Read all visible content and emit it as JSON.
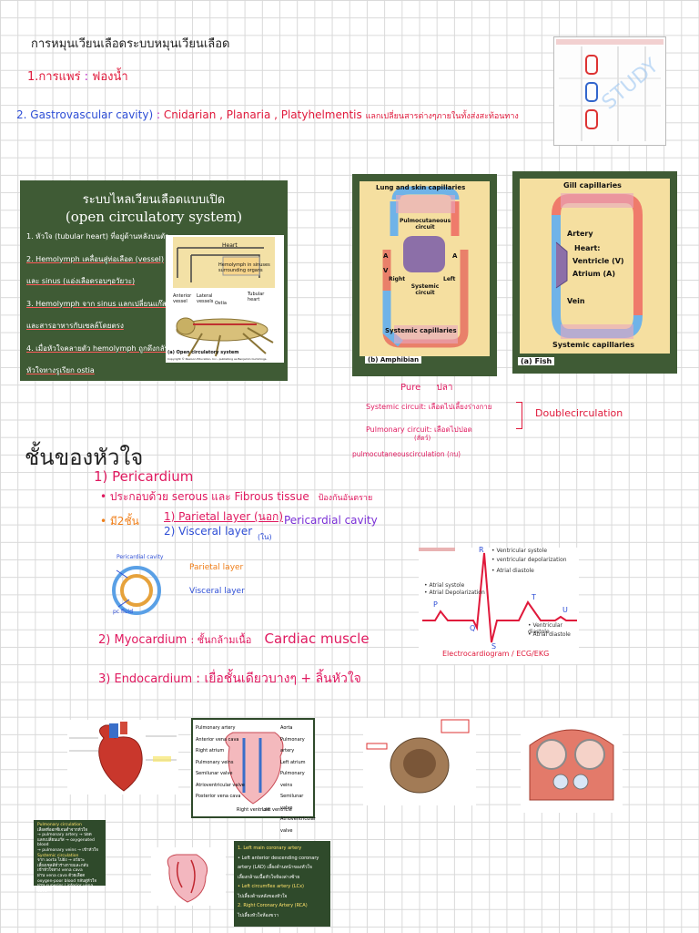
{
  "header": {
    "title": "การหมุนเวียนเลือดระบบหมุนเวียนเลือด",
    "item1_num": "1.",
    "item1_label": "การแพร่",
    "item1_colon": ":",
    "item1_value": "ฟองน้ำ",
    "item2_num": "2.",
    "item2_label": "Gastrovascular cavity)",
    "item2_colon": ":",
    "item2_values": "Cnidarian , Planaria , Platyhelmentis",
    "item2_note": "แลกเปลี่ยนสารต่างๆภายในทั้งส่งสะท้อนทาง"
  },
  "open_circ": {
    "title_th": "ระบบไหลเวียนเลือดแบบเปิด",
    "title_en": "(open circulatory system)",
    "items": [
      "1. หัวใจ (tubular heart) ที่อยู่ด้านหลังบนตัว",
      "2. Hemolymph เคลื่อนสู่ท่อเลือด (vessel)",
      "และ sinus (แอ่งเลือดรอบๆอวัยวะ)",
      "3. Hemolymph จาก sinus แลกเปลี่ยนแก๊ส",
      "และสารอาหารกับเซลล์โดยตรง",
      "4. เมื่อหัวใจคลายตัว hemolymph ถูกดึงกลับ",
      "หัวใจทางรูเรียก ostia"
    ],
    "fig_labels": {
      "heart": "Heart",
      "hemolymph": "Hemolymph in sinuses surrounding organs",
      "anterior": "Anterior vessel",
      "lateral": "Lateral vessels",
      "ostia": "Ostia",
      "tubular": "Tubular heart",
      "caption": "(a) Open circulatory system",
      "copyright": "Copyright © Pearson Education, Inc., publishing as Benjamin Cummings."
    }
  },
  "amphibian": {
    "top": "Lung and skin capillaries",
    "mid": "Pulmocutaneous circuit",
    "a_left": "A",
    "a_right": "A",
    "v": "V",
    "right": "Right",
    "left": "Left",
    "sys": "Systemic circuit",
    "bottom": "Systemic capillaries",
    "caption": "(b) Amphibian"
  },
  "fish": {
    "top": "Gill capillaries",
    "artery": "Artery",
    "heart": "Heart:",
    "ventricle": "Ventricle (V)",
    "atrium": "Atrium (A)",
    "vein": "Vein",
    "bottom": "Systemic capillaries",
    "caption": "(a) Fish"
  },
  "circuits": {
    "pure": "Pure",
    "pla": "ปลา",
    "systemic": "Systemic circuit: เลือดไปเลี้ยงร่างกาย",
    "pulmonary": "Pulmonary circuit: เลือดไปปอด",
    "sub": "(สัตว์)",
    "double": "Doublecirculation",
    "pulmocut": "pulmocutaneouscirculation (กบ)"
  },
  "layers": {
    "heading": "ชั้นของหัวใจ",
    "p1": "1) Pericardium",
    "p1_a": "• ประกอบด้วย serous และ Fibrous tissue",
    "p1_a2": "ป้องกันอันตราย",
    "p1_b": "• มี2ชั้น",
    "p1_b1": "1) Parietal layer (นอก)",
    "p1_b2": "2) Visceral layer",
    "p1_b2n": "(ใน)",
    "p1_cavity": "Pericardial cavity",
    "diag_cavity": "Pericardial cavity",
    "diag_parietal": "Parietal layer",
    "diag_visceral": "Visceral layer",
    "diag_fluid": "pc fluid",
    "p2": "2) Myocardium",
    "p2_b": ": ชั้นกล้ามเนื้อ",
    "p2_c": "Cardiac muscle",
    "p3": "3) Endocardium",
    "p3_b": ": เยื่อชั้นเดียวบางๆ + ลิ้นหัวใจ"
  },
  "ecg": {
    "r": "R",
    "p": "P",
    "q": "Q",
    "s": "S",
    "t": "T",
    "u": "U",
    "n1": "• Ventricular systole",
    "n2": "• ventricular depolarization",
    "n3": "• Atrial diastole",
    "n4": "• Atrial systole",
    "n5": "• Atrial Depolarization",
    "n6": "• Ventricular diastole",
    "n7": "• Atrial diastole",
    "caption": "Electrocardiogram / ECG/EKG"
  },
  "bottom_boxes": {
    "box1_lines": [
      "Pulmonary circulation",
      "เลือดที่ออกซิเจนต่ำจากหัวใจ",
      "→ pulmonary artery → ปอด",
      "แลกเปลี่ยนแก๊ส → oxygenated blood",
      "→ pulmonary veins → เข้าหัวใจ",
      "Systemic circulation",
      "จาก aorta ไปยัง → อวัยวะ",
      "เลี้ยงเซลล์ทั่วร่างกายและกลับ",
      "เข้าหัวใจทาง vena cava",
      "ผ่าน vena cava ด้วยเลือด",
      "oxygen-poor blood กลับสู่หัวใจ",
      "ผ่าน superior / inferior vena cava"
    ],
    "box2_lines": [
      "1. Left main coronary artery",
      "• Left anterior descending coronary",
      "artery (LAD) เลี้ยงด้านหน้าของหัวใจ",
      "เลี้ยงกล้ามเนื้อหัวใจห้องล่างซ้าย",
      "• Left circumflex artery (LCx)",
      "ไปเลี้ยงด้านหลังของหัวใจ",
      "2. Right Coronary Artery (RCA)",
      "ไปเลี้ยงหัวใจห้องขวา"
    ],
    "heart_labels": [
      "Pulmonary artery",
      "Anterior vena cava",
      "Right atrium",
      "Pulmonary veins",
      "Semilunar valve",
      "Atrioventricular valve",
      "Posterior vena cava",
      "Aorta",
      "Pulmonary artery",
      "Left atrium",
      "Pulmonary veins",
      "Semilunar valve",
      "Atrioventricular valve",
      "Right ventricle",
      "Left ventricle"
    ]
  },
  "colors": {
    "red": "#e0193b",
    "blue": "#2f4fd6",
    "orange": "#f07f1a",
    "green_panel": "#3f5b35"
  }
}
